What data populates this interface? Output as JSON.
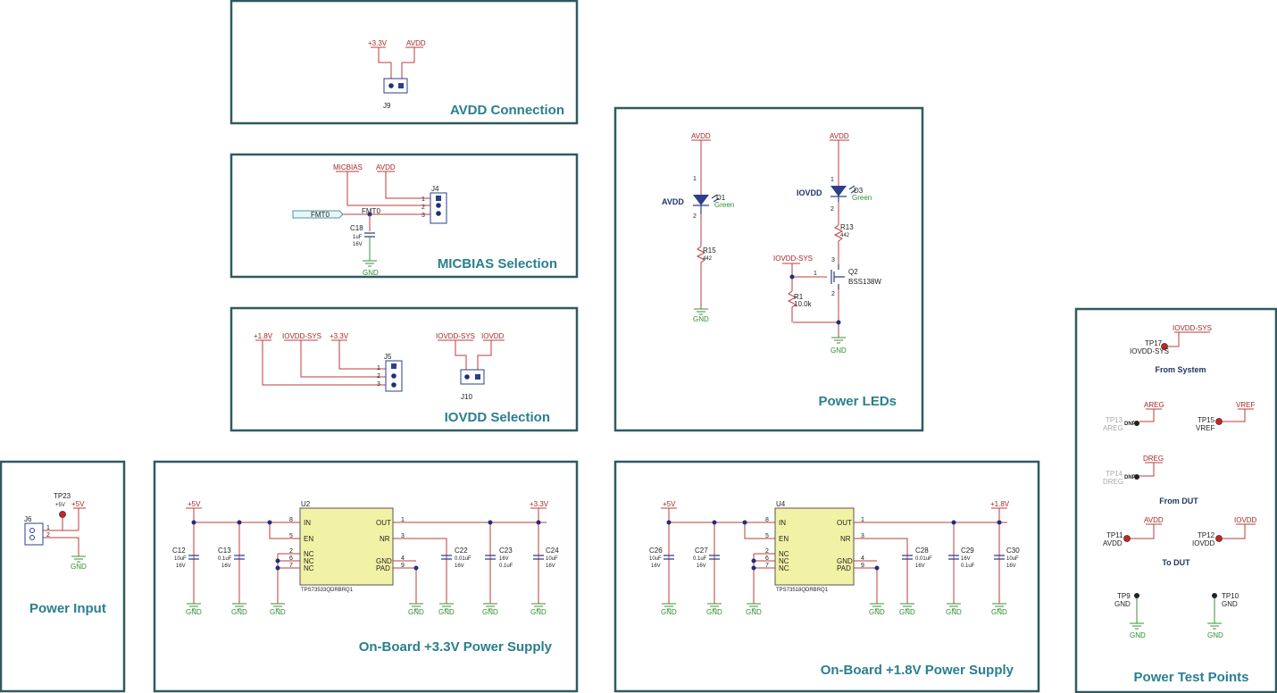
{
  "sections": {
    "avdd_connection": "AVDD Connection",
    "micbias_selection": "MICBIAS Selection",
    "iovdd_selection": "IOVDD Selection",
    "power_leds": "Power LEDs",
    "power_input": "Power Input",
    "supply_33": "On-Board +3.3V Power Supply",
    "supply_18": "On-Board +1.8V Power Supply",
    "test_points": "Power Test Points"
  },
  "nets": {
    "p33": "+3.3V",
    "avdd": "AVDD",
    "micbias": "MICBIAS",
    "fmt0": "FMT0",
    "gnd": "GND",
    "p18": "+1.8V",
    "iovdd_sys": "IOVDD-SYS",
    "iovdd": "IOVDD",
    "p5": "+5V",
    "areg": "AREG",
    "vref": "VREF",
    "dreg": "DREG"
  },
  "avdd_conn": {
    "ref": "J9"
  },
  "micbias": {
    "conn_ref": "J4",
    "pins": [
      "1",
      "2",
      "3"
    ],
    "cap_ref": "C18",
    "cap_val": "1uF",
    "cap_volt": "16V"
  },
  "iovdd_sel": {
    "j5": "J5",
    "j10": "J10",
    "pins": [
      "1",
      "2",
      "3"
    ]
  },
  "leds": {
    "avdd_label": "AVDD",
    "iovdd_label": "IOVDD",
    "d1": "D1",
    "d3": "D3",
    "color": "Green",
    "r15": "R15",
    "r13": "R13",
    "r_val": "442",
    "r1": "R1",
    "r1_val": "10.0k",
    "q2": "Q2",
    "q2_part": "BSS138W",
    "pin1": "1",
    "pin2": "2",
    "pin3": "3"
  },
  "power_in": {
    "tp": "TP23",
    "tp_net": "+5V",
    "j": "J6",
    "pin1": "1",
    "pin2": "2"
  },
  "supply33": {
    "ic_ref": "U2",
    "ic_part": "TPS73533QDRBRQ1",
    "caps": [
      {
        "ref": "C12",
        "val": "10uF",
        "volt": "16V"
      },
      {
        "ref": "C13",
        "val": "0.1uF",
        "volt": "16V"
      },
      {
        "ref": "C22",
        "val": "0.01uF",
        "volt": "16V"
      },
      {
        "ref": "C23",
        "val": "16V",
        "volt": "0.1uF"
      },
      {
        "ref": "C24",
        "val": "10uF",
        "volt": "16V"
      }
    ]
  },
  "supply18": {
    "ic_ref": "U4",
    "ic_part": "TPS73518QDRBRQ1",
    "caps": [
      {
        "ref": "C26",
        "val": "10uF",
        "volt": "16V"
      },
      {
        "ref": "C27",
        "val": "0.1uF",
        "volt": "16V"
      },
      {
        "ref": "C28",
        "val": "0.01uF",
        "volt": "16V"
      },
      {
        "ref": "C29",
        "val": "16V",
        "volt": "0.1uF"
      },
      {
        "ref": "C30",
        "val": "10uF",
        "volt": "16V"
      }
    ]
  },
  "ic_pins": {
    "in": "IN",
    "en": "EN",
    "nc": "NC",
    "out": "OUT",
    "nr": "NR",
    "gnd": "GND",
    "pad": "PAD",
    "n8": "8",
    "n5": "5",
    "n2": "2",
    "n6": "6",
    "n7": "7",
    "n1": "1",
    "n3": "3",
    "n4": "4",
    "n9": "9"
  },
  "tps": {
    "tp17": "TP17",
    "tp17_net": "IOVDD-SYS",
    "from_system": "From System",
    "tp13": "TP13",
    "tp13_net": "AREG",
    "tp15": "TP15",
    "tp15_net": "VREF",
    "tp14": "TP14",
    "tp14_net": "DREG",
    "from_dut": "From DUT",
    "tp11": "TP11",
    "tp11_net": "AVDD",
    "tp12": "TP12",
    "tp12_net": "IOVDD",
    "to_dut": "To DUT",
    "tp9": "TP9",
    "tp10": "TP10",
    "tp_gnd": "GND",
    "dnp": "DNP"
  }
}
